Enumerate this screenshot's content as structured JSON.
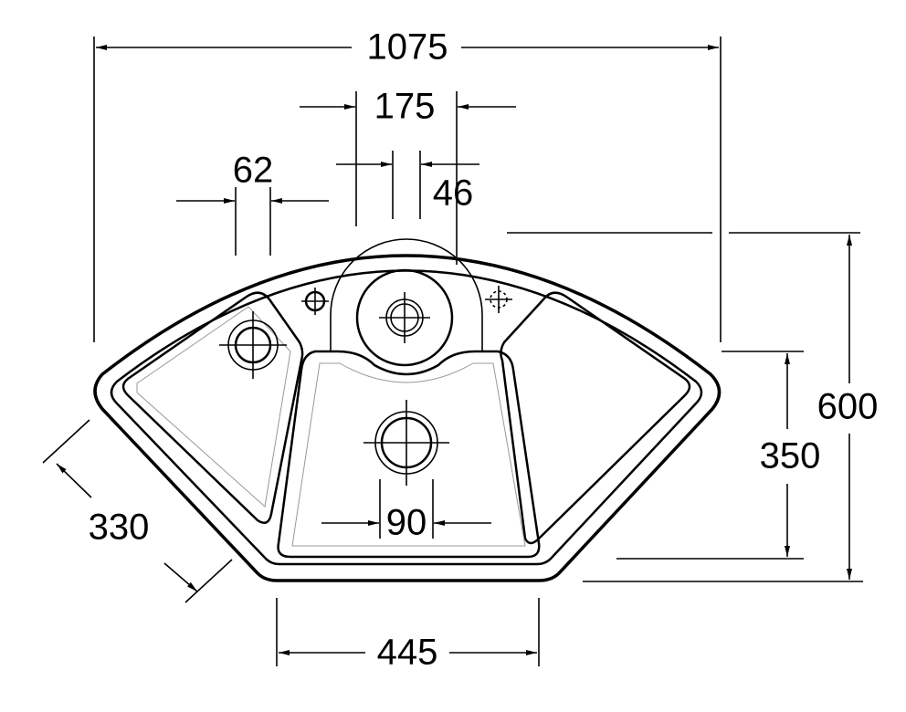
{
  "title": "Corner sink dimension drawing",
  "dimensions": {
    "overall_width": "1075",
    "drainer_width": "175",
    "tap_hole_spacing": "46",
    "left_drain_width": "62",
    "overall_depth": "600",
    "bowl_depth": "350",
    "front_width": "445",
    "drain_diameter": "90",
    "side_width": "330"
  }
}
